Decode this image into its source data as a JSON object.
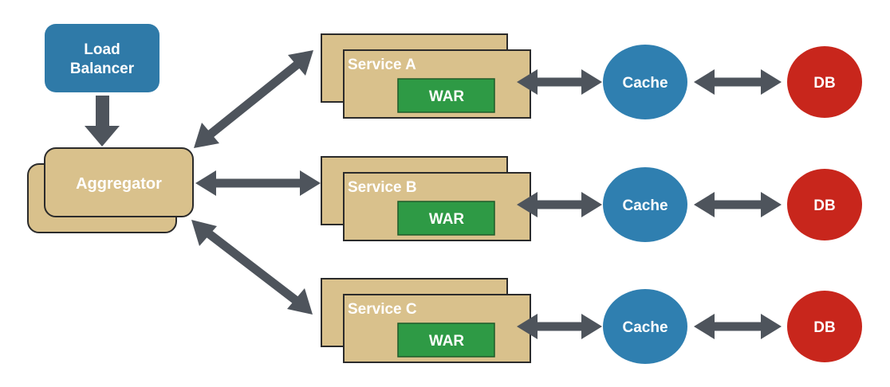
{
  "diagram": {
    "title": "",
    "colors": {
      "load_balancer": "#2f7aa8",
      "aggregator": "#d9c18c",
      "service": "#d9c18c",
      "war": "#2e9a45",
      "cache": "#2f7fb0",
      "db": "#c8261c",
      "arrow": "#4e545c",
      "text": "#ffffff"
    },
    "nodes": {
      "load_balancer": {
        "line1": "Load",
        "line2": "Balancer"
      },
      "aggregator": {
        "label": "Aggregator"
      },
      "services": [
        {
          "label": "Service A",
          "war": "WAR",
          "cache": "Cache",
          "db": "DB"
        },
        {
          "label": "Service B",
          "war": "WAR",
          "cache": "Cache",
          "db": "DB"
        },
        {
          "label": "Service C",
          "war": "WAR",
          "cache": "Cache",
          "db": "DB"
        }
      ]
    },
    "edges": [
      {
        "from": "Load Balancer",
        "to": "Aggregator",
        "direction": "one-way"
      },
      {
        "from": "Aggregator",
        "to": "Service A",
        "direction": "two-way"
      },
      {
        "from": "Aggregator",
        "to": "Service B",
        "direction": "two-way"
      },
      {
        "from": "Aggregator",
        "to": "Service C",
        "direction": "two-way"
      },
      {
        "from": "Service A",
        "to": "Cache",
        "direction": "two-way"
      },
      {
        "from": "Cache",
        "to": "DB",
        "direction": "two-way"
      },
      {
        "from": "Service B",
        "to": "Cache",
        "direction": "two-way"
      },
      {
        "from": "Cache",
        "to": "DB",
        "direction": "two-way"
      },
      {
        "from": "Service C",
        "to": "Cache",
        "direction": "two-way"
      },
      {
        "from": "Cache",
        "to": "DB",
        "direction": "two-way"
      }
    ]
  }
}
